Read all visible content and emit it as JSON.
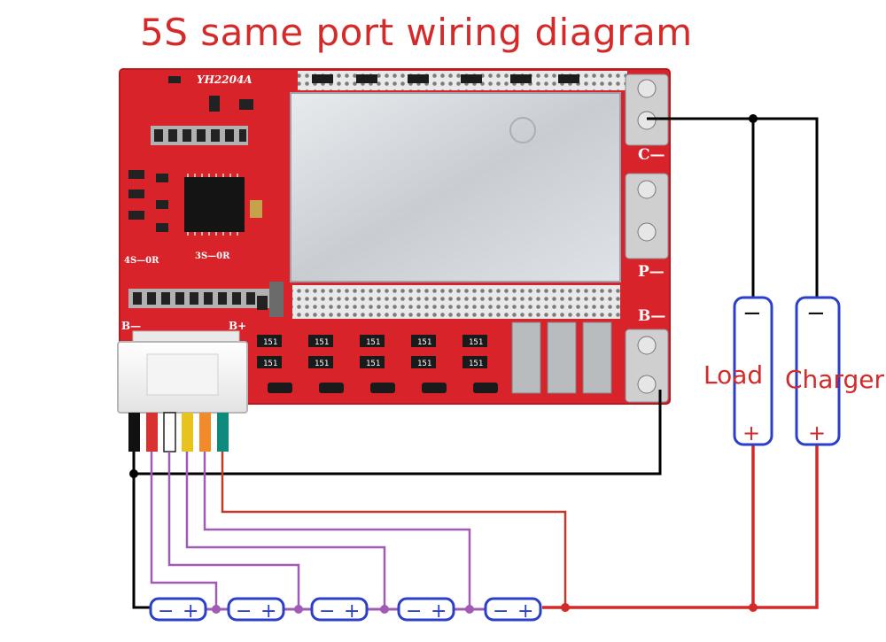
{
  "title": "5S same port wiring diagram",
  "board": {
    "model": "YH2204A",
    "label_4s": "4S—0R",
    "label_3s": "3S—0R",
    "pad_c": "C—",
    "pad_p": "P—",
    "pad_b": "B—",
    "pin_b_minus": "B—",
    "pin_b_plus": "B+",
    "chip_mark": "151"
  },
  "load": {
    "label": "Load",
    "neg": "−",
    "pos": "+"
  },
  "charger": {
    "label": "Charger",
    "neg": "−",
    "pos": "+"
  },
  "cells": [
    {
      "neg": "−",
      "pos": "+"
    },
    {
      "neg": "−",
      "pos": "+"
    },
    {
      "neg": "−",
      "pos": "+"
    },
    {
      "neg": "−",
      "pos": "+"
    },
    {
      "neg": "−",
      "pos": "+"
    }
  ],
  "colors": {
    "title": "#d42a2a",
    "pcb": "#d8232a",
    "wire_black": "#000000",
    "wire_red": "#d42a2a",
    "wire_purple": "#a05cb5",
    "wire_darkred": "#c0392b",
    "cell_outline": "#2b3fc8",
    "heatsink": "#d4d8dc"
  }
}
